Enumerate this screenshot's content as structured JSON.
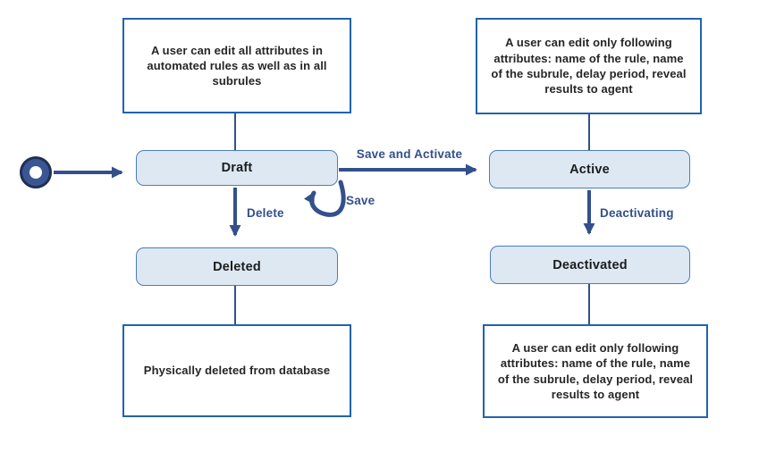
{
  "diagram": {
    "notes": {
      "top_left": "A user can edit all attributes in automated rules as well as in all subrules",
      "top_right": "A user can edit only following attributes: name of the rule, name of the subrule, delay period, reveal results to agent",
      "bottom_left": "Physically deleted from database",
      "bottom_right": "A user can edit only following attributes: name of the rule, name of the subrule, delay period, reveal results to agent"
    },
    "states": {
      "draft": "Draft",
      "active": "Active",
      "deleted": "Deleted",
      "deactivated": "Deactivated"
    },
    "transitions": {
      "save_and_activate": "Save and Activate",
      "save": "Save",
      "delete": "Delete",
      "deactivating": "Deactivating"
    },
    "colors": {
      "note_border": "#2163ac",
      "state_fill": "#dde8f3",
      "state_border": "#4a7ebb",
      "arrow": "#33508c",
      "start_fill": "#3a5794",
      "start_outline": "#202f52",
      "text": "#262626"
    }
  }
}
